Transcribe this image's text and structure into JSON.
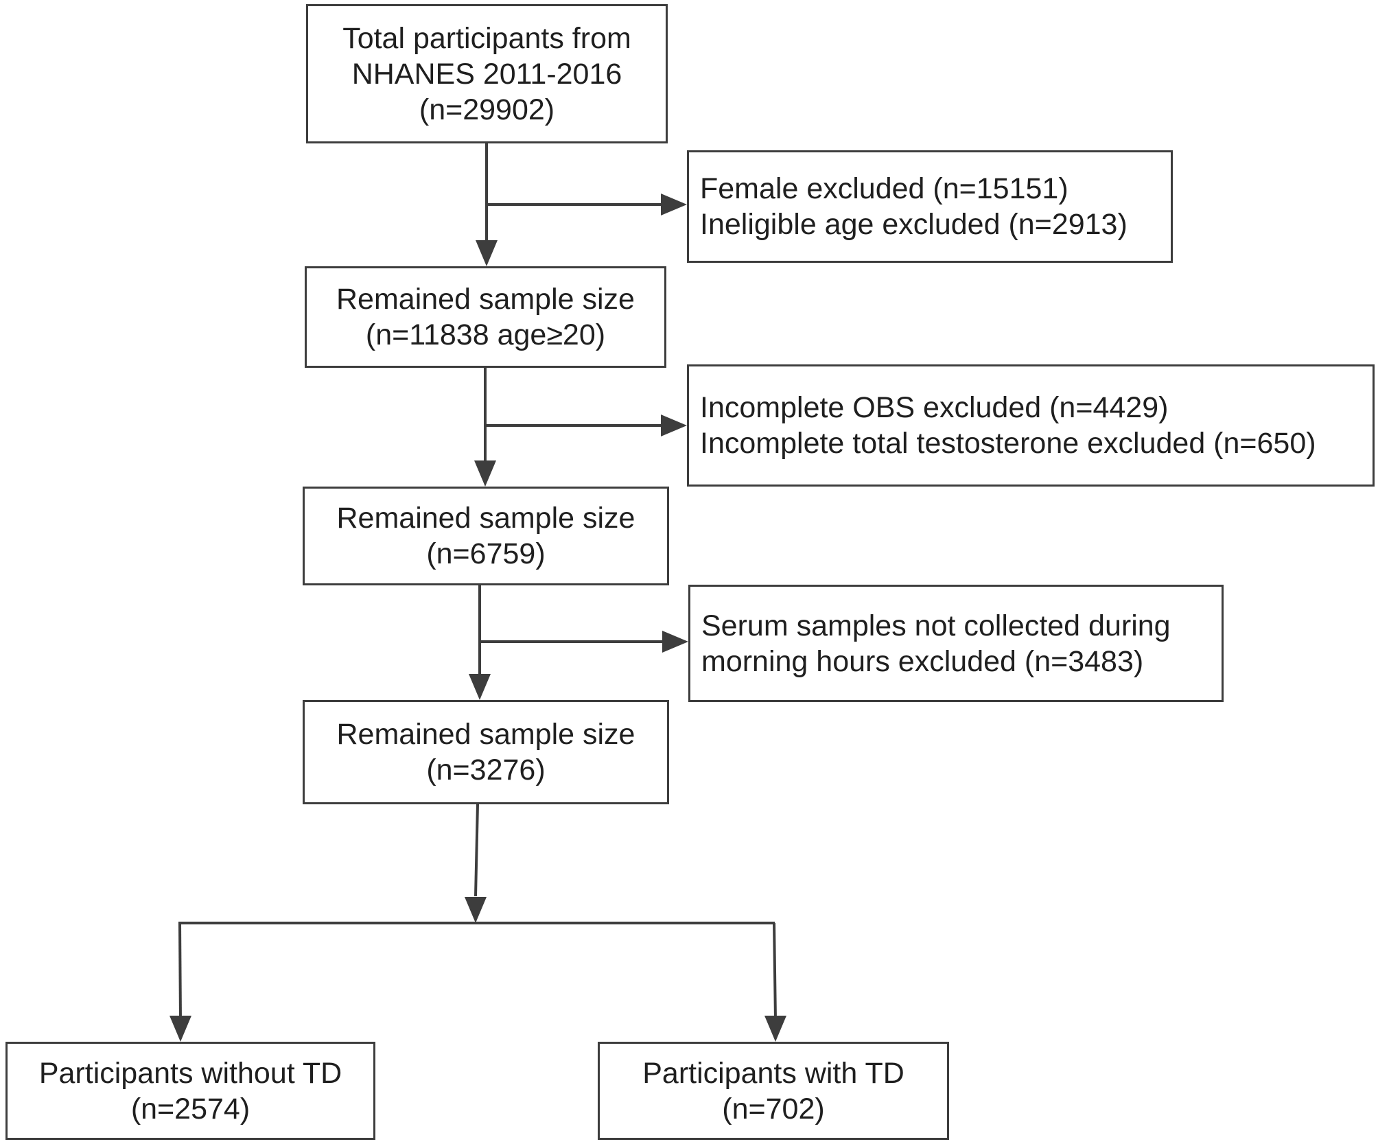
{
  "flowchart": {
    "colors": {
      "stroke": "#3d3d3d",
      "text": "#1f1f1f",
      "background": "#ffffff"
    },
    "boxes": {
      "total": {
        "lines": [
          "Total participants from",
          "NHANES 2011-2016",
          "(n=29902)"
        ]
      },
      "excl1": {
        "lines": [
          "Female excluded (n=15151)",
          "Ineligible age excluded (n=2913)"
        ]
      },
      "remain1": {
        "lines": [
          "Remained sample size",
          "(n=11838 age≥20)"
        ]
      },
      "excl2": {
        "lines": [
          "Incomplete OBS excluded (n=4429)",
          "Incomplete total testosterone excluded (n=650)"
        ]
      },
      "remain2": {
        "lines": [
          "Remained sample size",
          "(n=6759)"
        ]
      },
      "excl3": {
        "lines": [
          "Serum samples not collected during",
          "morning hours excluded (n=3483)"
        ]
      },
      "remain3": {
        "lines": [
          "Remained sample size",
          "(n=3276)"
        ]
      },
      "without_td": {
        "lines": [
          "Participants without TD",
          "(n=2574)"
        ]
      },
      "with_td": {
        "lines": [
          "Participants with TD",
          "(n=702)"
        ]
      }
    }
  }
}
